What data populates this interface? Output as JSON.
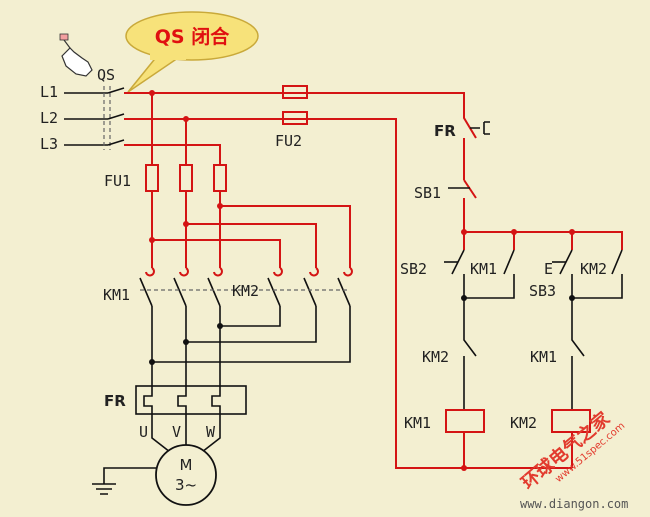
{
  "callout": {
    "text": "QS 闭合"
  },
  "labels": {
    "L1": "L1",
    "L2": "L2",
    "L3": "L3",
    "QS": "QS",
    "FU1": "FU1",
    "FU2": "FU2",
    "KM1_main": "KM1",
    "KM2_main": "KM2",
    "FR_main": "FR",
    "U": "U",
    "V": "V",
    "W": "W",
    "motor": "M",
    "motor_sub": "3~",
    "FR_ctrl": "FR",
    "SB1": "SB1",
    "SB2": "SB2",
    "SB3": "SB3",
    "KM1_aux": "KM1",
    "KM2_aux": "KM2",
    "KM2_nc": "KM2",
    "KM1_nc": "KM1",
    "KM1_coil": "KM1",
    "KM2_coil": "KM2"
  },
  "watermark": {
    "cn": "环球电气之家",
    "url": "www.51spec.com",
    "url2": "www.diangon.com"
  },
  "colors": {
    "background": "#f3efd1",
    "energized": "#d41414",
    "wire": "#111111",
    "callout_fill": "#f7e27a",
    "callout_text": "#e01010"
  }
}
